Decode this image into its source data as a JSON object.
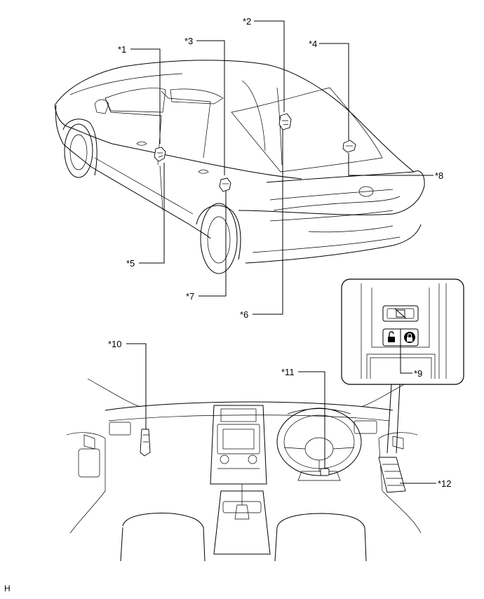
{
  "callouts": [
    {
      "id": "1",
      "label": "*1"
    },
    {
      "id": "2",
      "label": "*2"
    },
    {
      "id": "3",
      "label": "*3"
    },
    {
      "id": "4",
      "label": "*4"
    },
    {
      "id": "5",
      "label": "*5"
    },
    {
      "id": "6",
      "label": "*6"
    },
    {
      "id": "7",
      "label": "*7"
    },
    {
      "id": "8",
      "label": "*8"
    },
    {
      "id": "9",
      "label": "*9"
    },
    {
      "id": "10",
      "label": "*10"
    },
    {
      "id": "11",
      "label": "*11"
    },
    {
      "id": "12",
      "label": "*12"
    }
  ],
  "figure_code": "H",
  "icons": {
    "lock_off": "window-lock-icon",
    "unlock": "unlock-icon",
    "lock": "lock-icon"
  }
}
